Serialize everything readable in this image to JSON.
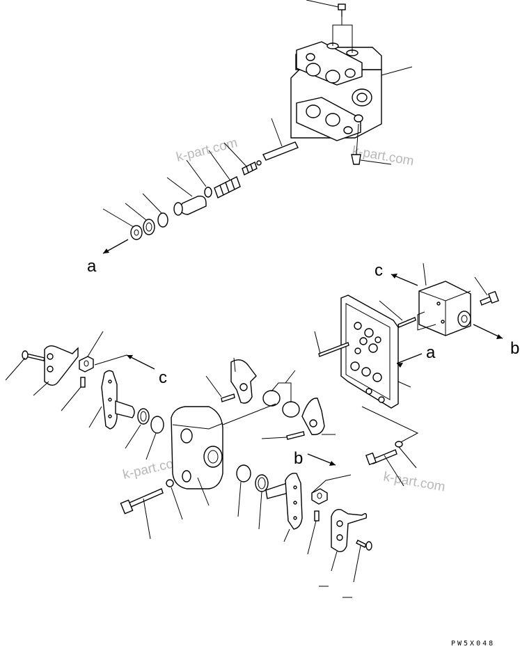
{
  "callouts": {
    "a_top": "a",
    "c_right": "c",
    "b_right": "b",
    "a_right": "a",
    "c_left": "c",
    "b_mid": "b"
  },
  "watermarks": [
    "k-part.com",
    "k-part.com",
    "k-part.com",
    "k-part.com"
  ],
  "drawing_code": "PW5X048"
}
